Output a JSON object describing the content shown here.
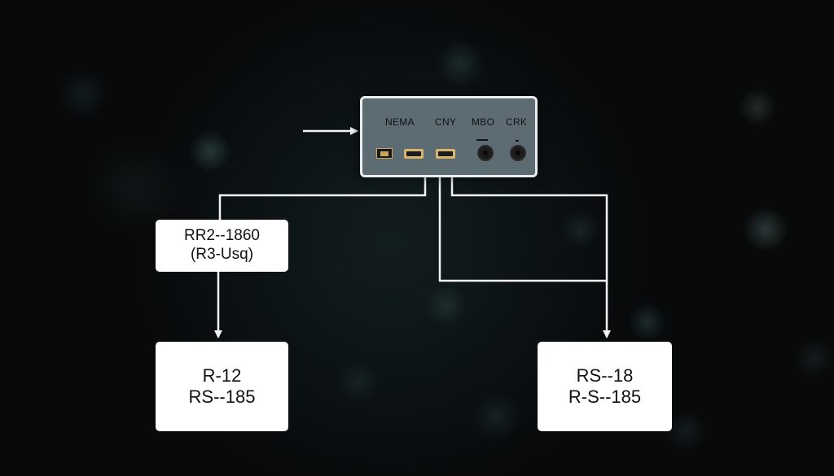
{
  "device": {
    "port_labels": [
      "NEMA",
      "CNY",
      "MBO",
      "CRK"
    ]
  },
  "boxes": {
    "top_left": {
      "line1": "RR2--1860",
      "line2": "(R3-Usq)"
    },
    "bottom_left": {
      "line1": "R-12",
      "line2": "RS--185"
    },
    "bottom_right": {
      "line1": "RS--18",
      "line2": "R-S--185"
    }
  },
  "colors": {
    "background": "#07090a",
    "device_body": "#5d6c72",
    "device_border": "#e8ecee",
    "wire": "#f2f2f2",
    "box_fill": "#ffffff",
    "text": "#111111"
  }
}
